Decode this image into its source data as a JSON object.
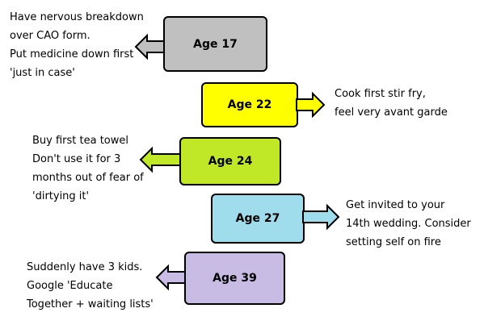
{
  "milestones": [
    {
      "age_label": "Age 17",
      "box_color": "#c0c0c0",
      "arrow_direction": "left",
      "lines": [
        "Have nervous breakdown",
        "over CAO form.",
        "Put medicine down first",
        "'just in case'"
      ]
    },
    {
      "age_label": "Age 22",
      "box_color": "#ffff00",
      "arrow_direction": "right",
      "lines": [
        "Cook first stir fry,",
        "feel very avant garde"
      ]
    },
    {
      "age_label": "Age 24",
      "box_color": "#c0e826",
      "arrow_direction": "left",
      "lines": [
        "Buy first tea towel",
        "Don't use it for 3",
        "months out of fear of",
        "'dirtying it'"
      ]
    },
    {
      "age_label": "Age 27",
      "box_color": "#9fdcec",
      "arrow_direction": "right",
      "lines": [
        "Get invited to your",
        "14th wedding. Consider",
        "setting self on fire"
      ]
    },
    {
      "age_label": "Age 39",
      "box_color": "#c8bce4",
      "arrow_direction": "left",
      "lines": [
        "Suddenly have 3 kids.",
        "Google 'Educate",
        "Together + waiting lists'"
      ]
    }
  ]
}
